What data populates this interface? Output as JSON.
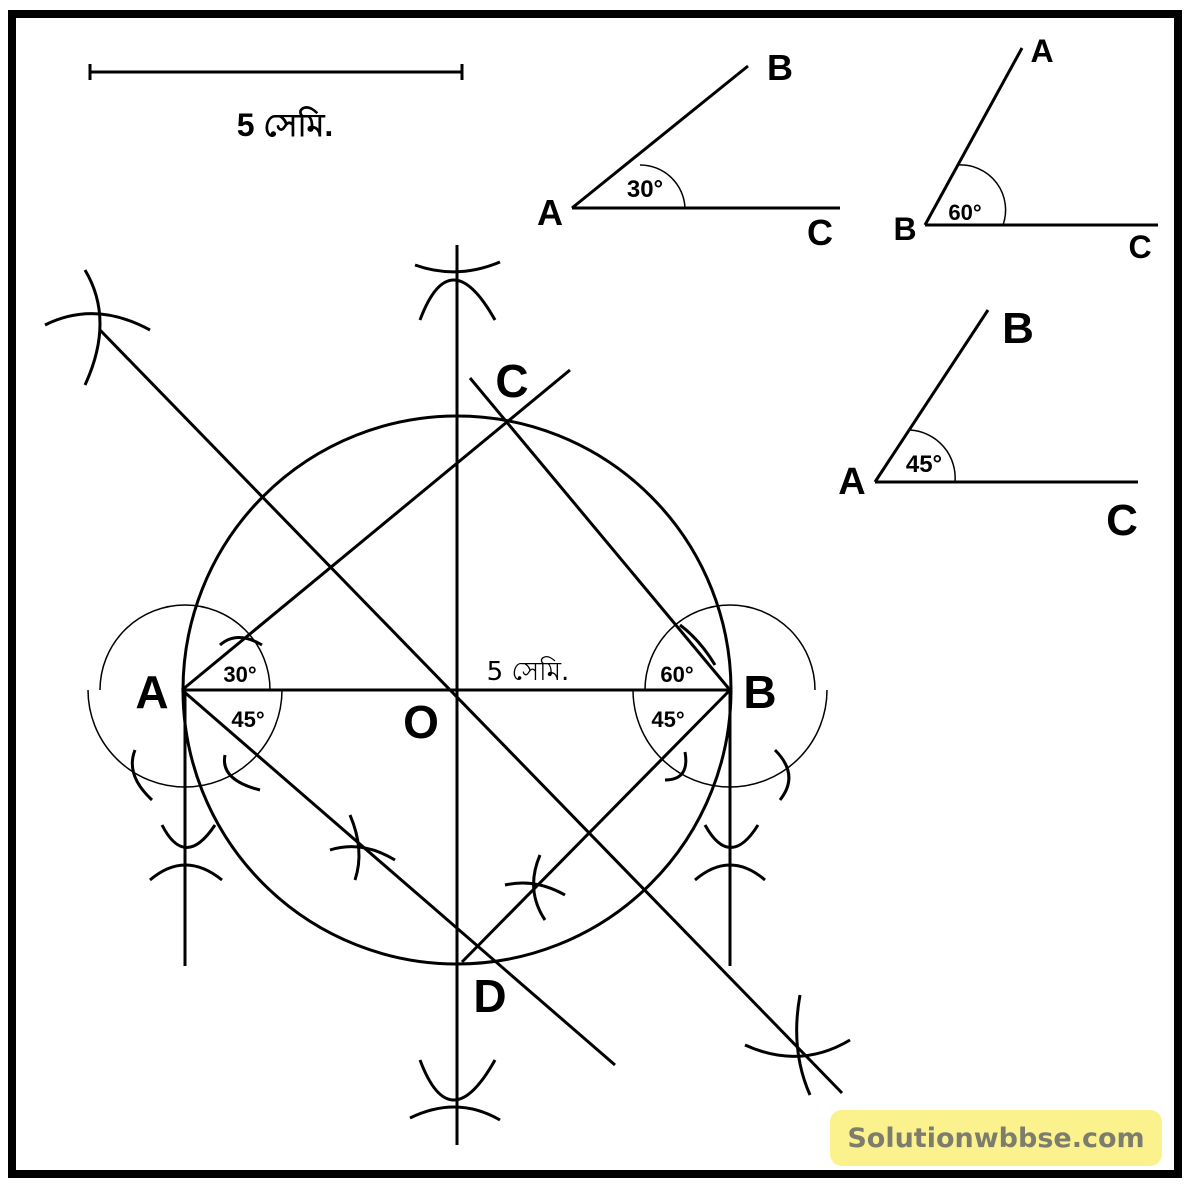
{
  "scale": {
    "label": "5 সেমি."
  },
  "construction": {
    "points": {
      "A": "A",
      "B": "B",
      "C": "C",
      "D": "D",
      "O": "O"
    },
    "radius_label": "5 সেমি.",
    "angles": {
      "A_upper": "30°",
      "A_lower": "45°",
      "B_upper": "60°",
      "B_lower": "45°"
    }
  },
  "reference_angles": [
    {
      "vertex": "A",
      "arm1": "B",
      "arm2": "C",
      "angle": "30°"
    },
    {
      "vertex": "B",
      "arm1": "A",
      "arm2": "C",
      "angle": "60°"
    },
    {
      "vertex": "A",
      "arm1": "B",
      "arm2": "C",
      "angle": "45°"
    }
  ],
  "watermark": "Solutionwbbse.com"
}
